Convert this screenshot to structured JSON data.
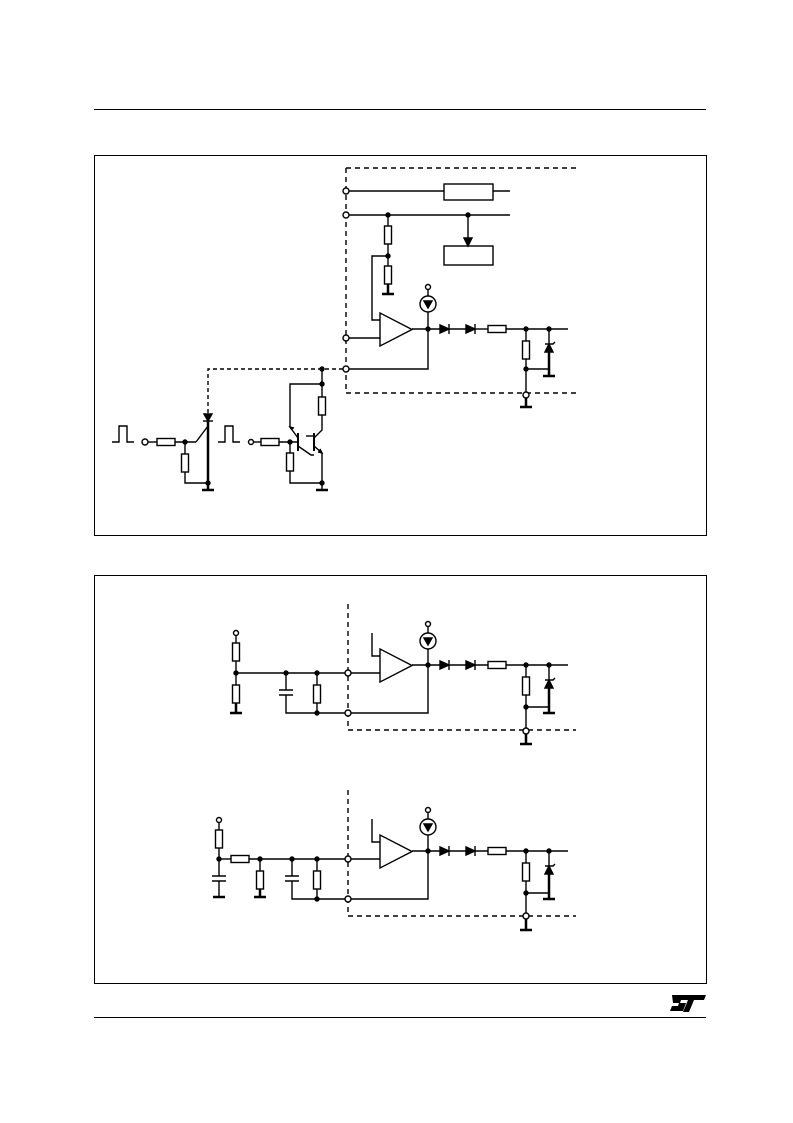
{
  "page": {
    "header_rule": true,
    "footer_rule": true
  },
  "figures": [
    {
      "id": "figure-1",
      "content": "schematic",
      "text": []
    },
    {
      "id": "figure-2",
      "content": "schematic",
      "text": []
    }
  ],
  "logo": {
    "icon": "st-logo-icon",
    "text": "ST"
  },
  "colors": {
    "ink": "#000000",
    "paper": "#ffffff"
  }
}
